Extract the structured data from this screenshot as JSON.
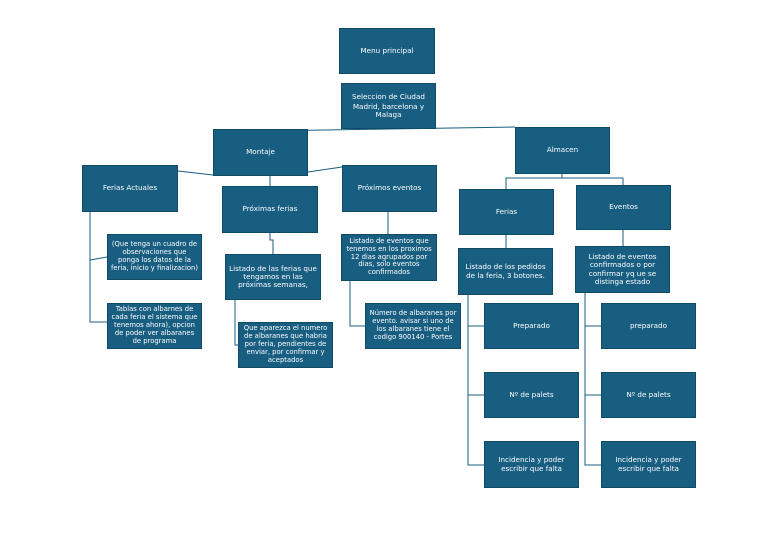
{
  "colors": {
    "node_fill": "#185e80",
    "node_text": "#ffffff",
    "connector": "#185e80",
    "background": "#ffffff"
  },
  "nodes": {
    "menu": "Menu principal",
    "ciudad_title": "Seleccion de Ciudad",
    "ciudad_sub": "Madrid, barcelona y Malaga",
    "montaje": "Montaje",
    "almacen": "Almacen",
    "ferias_actuales": "Ferias Actuales",
    "fa_cuadro": "(Que tenga un cuadro de observaciones que ponga los datos de la feria, inicio y finalizacion)",
    "fa_tablas": "Tablas con albarnes de cada feria el sistema que tenemos ahora), opcion de poder ver albaranes de programa",
    "proximas_ferias": "Próximas ferias",
    "pf_listado": "Listado de las ferias que tengamos en las próximas semanas,",
    "pf_albaranes": "Que aparezca el numero de albaranes que habria por feria, pendientes de enviar, por confirmar y aceptados",
    "proximos_eventos": "Próximos eventos",
    "pe_listado": "Listado de eventos que tenemos en los proximos 12 dias agrupados por dias, solo eventos confirmados",
    "pe_numero": "Número de albaranes por evento. avisar si uno de los albaranes tiene el codigo 900140 - Portes",
    "al_ferias": "Ferias",
    "alf_listado": "Listado de los pedidos de la feria, 3 botones.",
    "alf_preparado": "Preparado",
    "alf_palets": "Nº de palets",
    "alf_incidencia": "Incidencia y poder escribir que falta",
    "al_eventos": "Eventos",
    "ale_listado": "Listado de eventos confirmados o por confirmar yq ue se distinga estado",
    "ale_preparado": "preparado",
    "ale_palets": "Nº de palets",
    "ale_incidencia": "Incidencia y poder escribir que falta"
  }
}
